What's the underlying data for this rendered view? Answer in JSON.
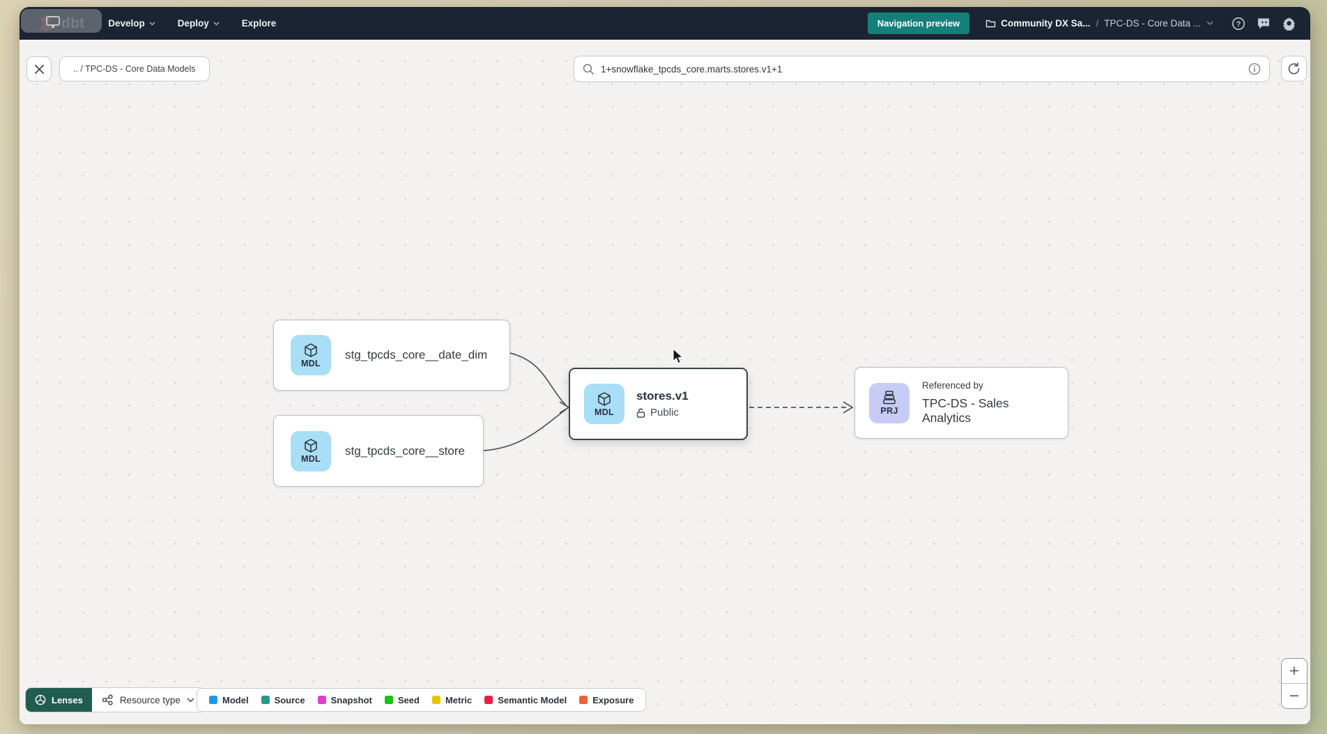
{
  "navbar": {
    "logo": "dbt",
    "menu": [
      {
        "label": "Develop"
      },
      {
        "label": "Deploy"
      },
      {
        "label": "Explore"
      }
    ],
    "preview_badge": "Navigation preview",
    "breadcrumb": {
      "account": "Community DX Sa...",
      "separator": "/",
      "project": "TPC-DS - Core Data ..."
    }
  },
  "toolbar": {
    "path_chip": ".. / TPC-DS - Core Data Models",
    "search_value": "1+snowflake_tpcds_core.marts.stores.v1+1"
  },
  "graph": {
    "nodes": {
      "date_dim": {
        "badge": "MDL",
        "label": "stg_tpcds_core__date_dim"
      },
      "store": {
        "badge": "MDL",
        "label": "stg_tpcds_core__store"
      },
      "stores_v1": {
        "badge": "MDL",
        "label": "stores.v1",
        "access": "Public"
      },
      "sales_analytics": {
        "badge": "PRJ",
        "kicker": "Referenced by",
        "label": "TPC-DS - Sales Analytics"
      }
    }
  },
  "footer": {
    "lenses_label": "Lenses",
    "resource_type_label": "Resource type",
    "legend": {
      "items": [
        {
          "label": "Model",
          "color": "#1e9be4"
        },
        {
          "label": "Source",
          "color": "#27988b"
        },
        {
          "label": "Snapshot",
          "color": "#e13ec4"
        },
        {
          "label": "Seed",
          "color": "#15c515"
        },
        {
          "label": "Metric",
          "color": "#eac400"
        },
        {
          "label": "Semantic Model",
          "color": "#e52246"
        },
        {
          "label": "Exposure",
          "color": "#ee6038"
        }
      ]
    }
  },
  "zoom_controls": {
    "zoom_in": "+",
    "zoom_out": "−"
  },
  "colors": {
    "navbar_bg": "#1a2432",
    "preview_badge_bg": "#15807a",
    "model_badge_bg": "#a9def7",
    "project_badge_bg": "#c6ccf5",
    "lenses_bg": "#215c52",
    "logo_orange": "#ff4a1f"
  }
}
